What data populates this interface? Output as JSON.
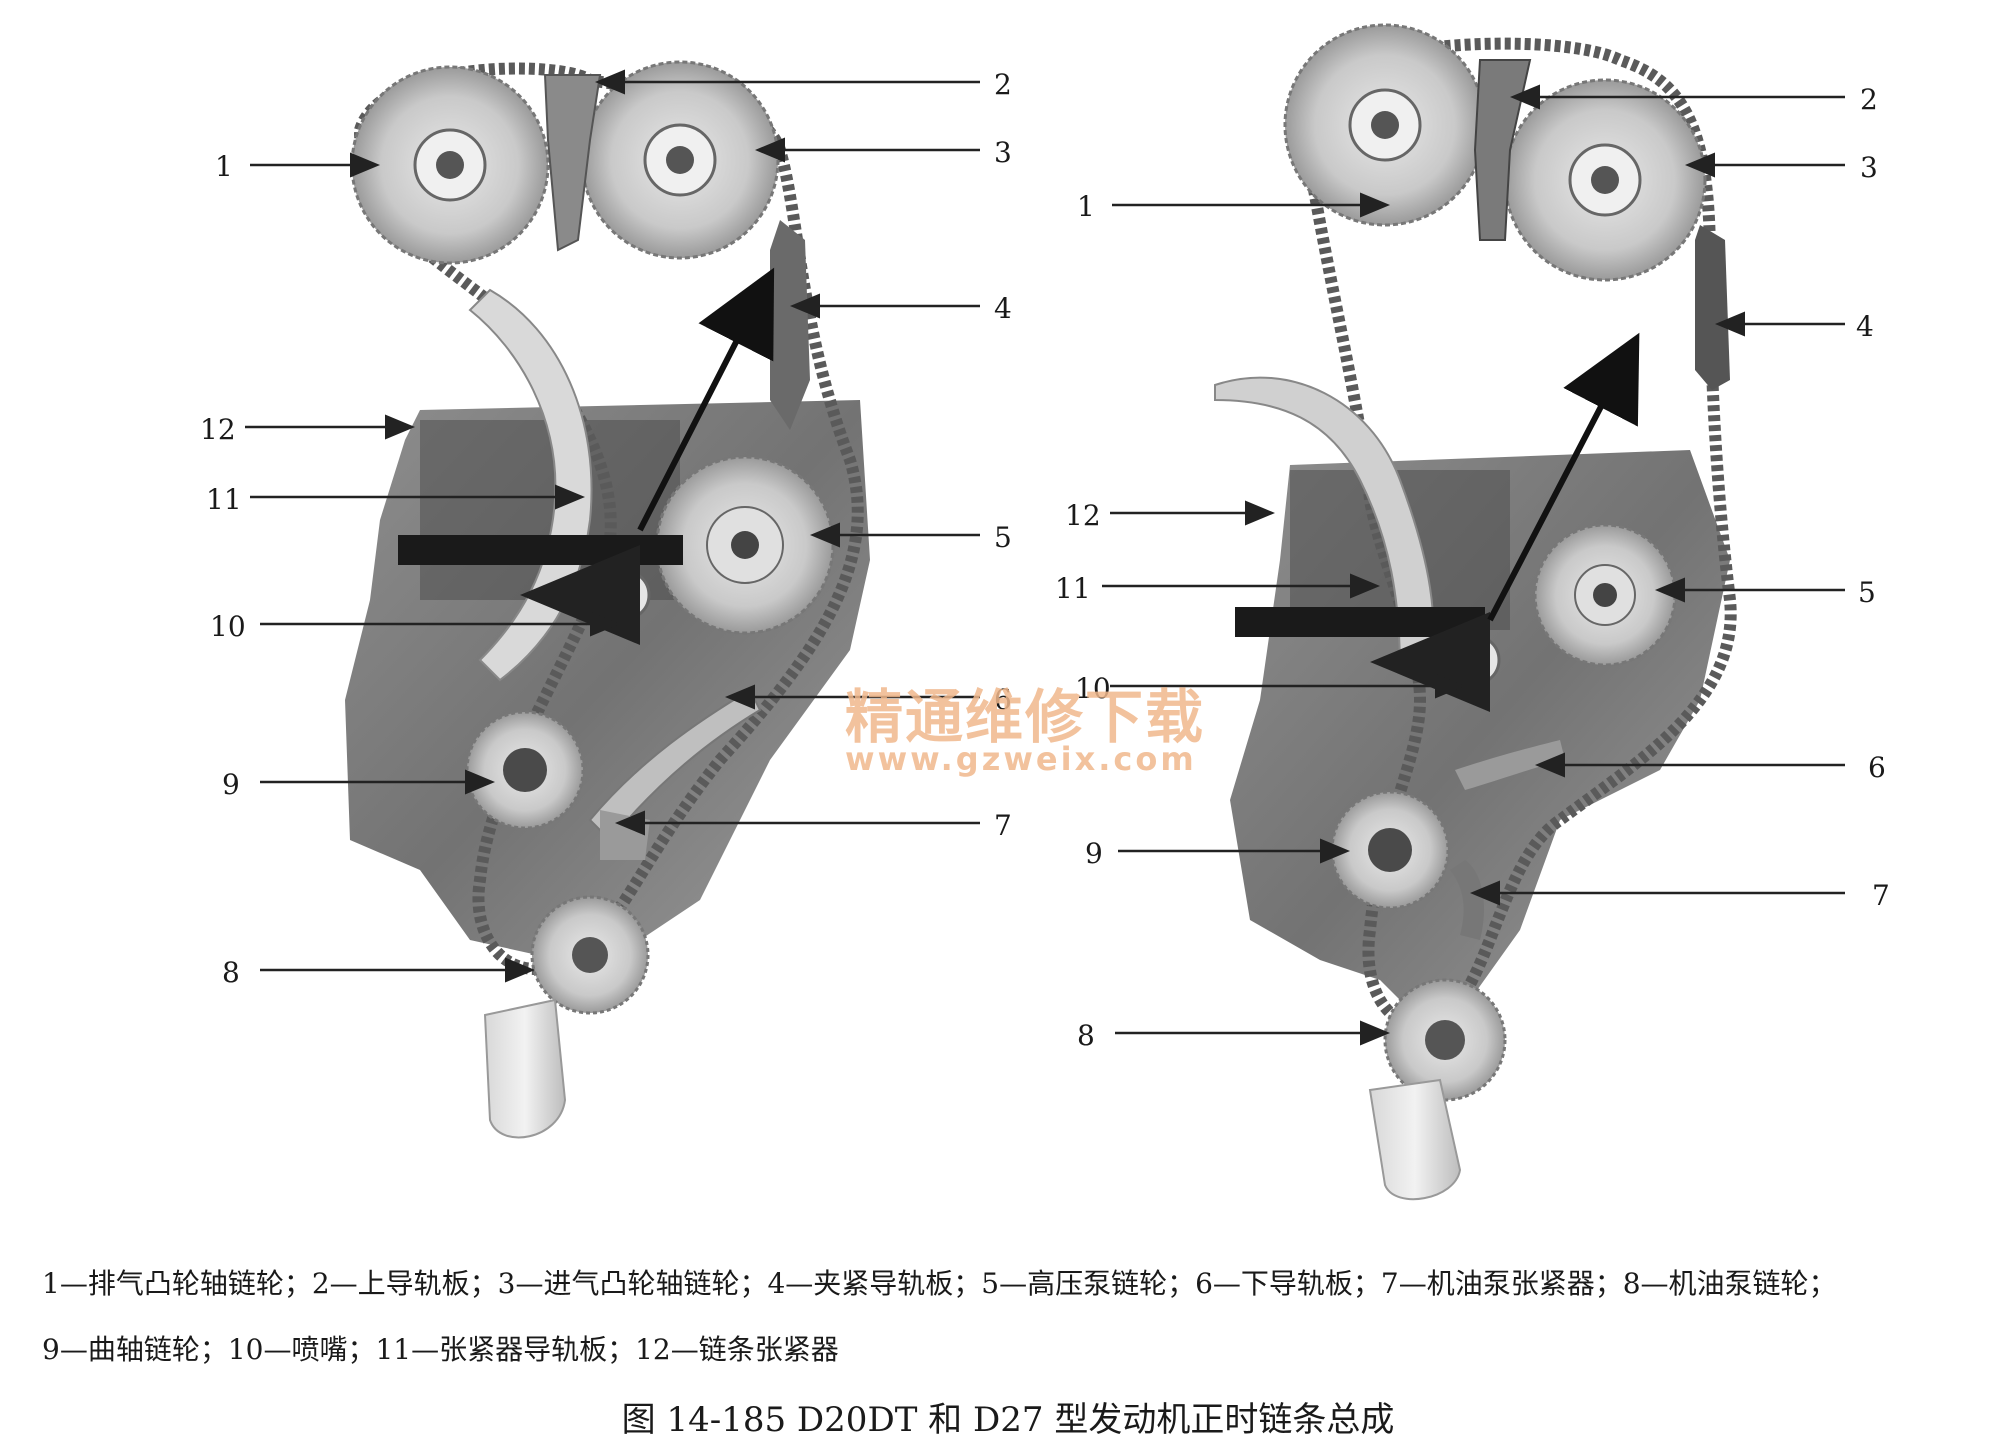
{
  "left_engine": {
    "callouts": [
      "1",
      "2",
      "3",
      "4",
      "5",
      "6",
      "7",
      "8",
      "9",
      "10",
      "11",
      "12"
    ]
  },
  "right_engine": {
    "callouts": [
      "1",
      "2",
      "3",
      "4",
      "5",
      "6",
      "7",
      "8",
      "9",
      "10",
      "11",
      "12"
    ]
  },
  "watermark": {
    "cn": "精通维修下载",
    "url": "www.gzweix.com"
  },
  "legend": {
    "line1": "1—排气凸轮轴链轮；2—上导轨板；3—进气凸轮轴链轮；4—夹紧导轨板；5—高压泵链轮；6—下导轨板；7—机油泵张紧器；8—机油泵链轮；",
    "line2": "9—曲轴链轮；10—喷嘴；11—张紧器导轨板；12—链条张紧器"
  },
  "caption": "图 14-185    D20DT 和 D27 型发动机正时链条总成"
}
